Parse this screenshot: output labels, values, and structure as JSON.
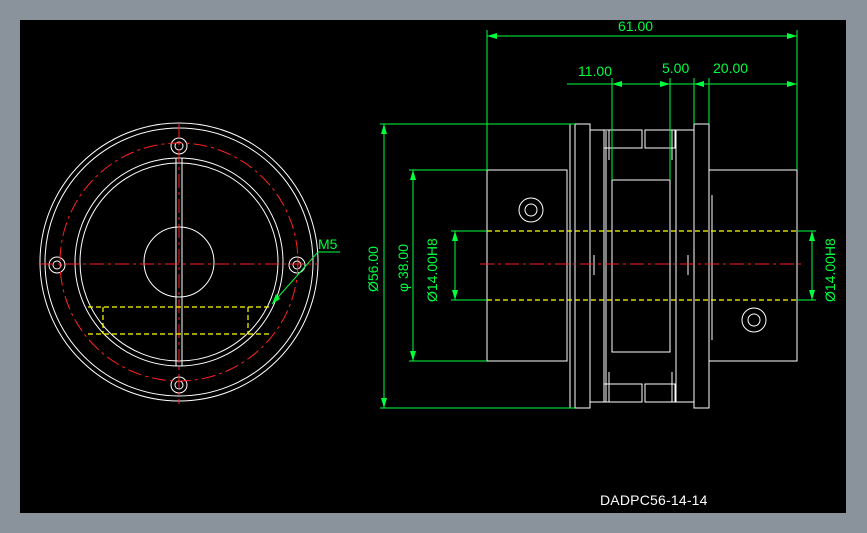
{
  "drawing": {
    "part_number": "DADPC56-14-14",
    "colors": {
      "background": "#000000",
      "frame": "#8a929b",
      "outline": "#ffffff",
      "centerline": "#ff2020",
      "hidden": "#ffff00",
      "dimension": "#00ff3c"
    },
    "dimensions": {
      "overall_length": "61.00",
      "hub_length_left": "11.00",
      "spacer": "5.00",
      "hub_length_right": "20.00",
      "outer_diameter": "Ø56.00",
      "hub_diameter": "φ 38.00",
      "bore_left": "Ø14.00H8",
      "bore_right": "Ø14.00H8",
      "leader_label": "M5"
    }
  }
}
